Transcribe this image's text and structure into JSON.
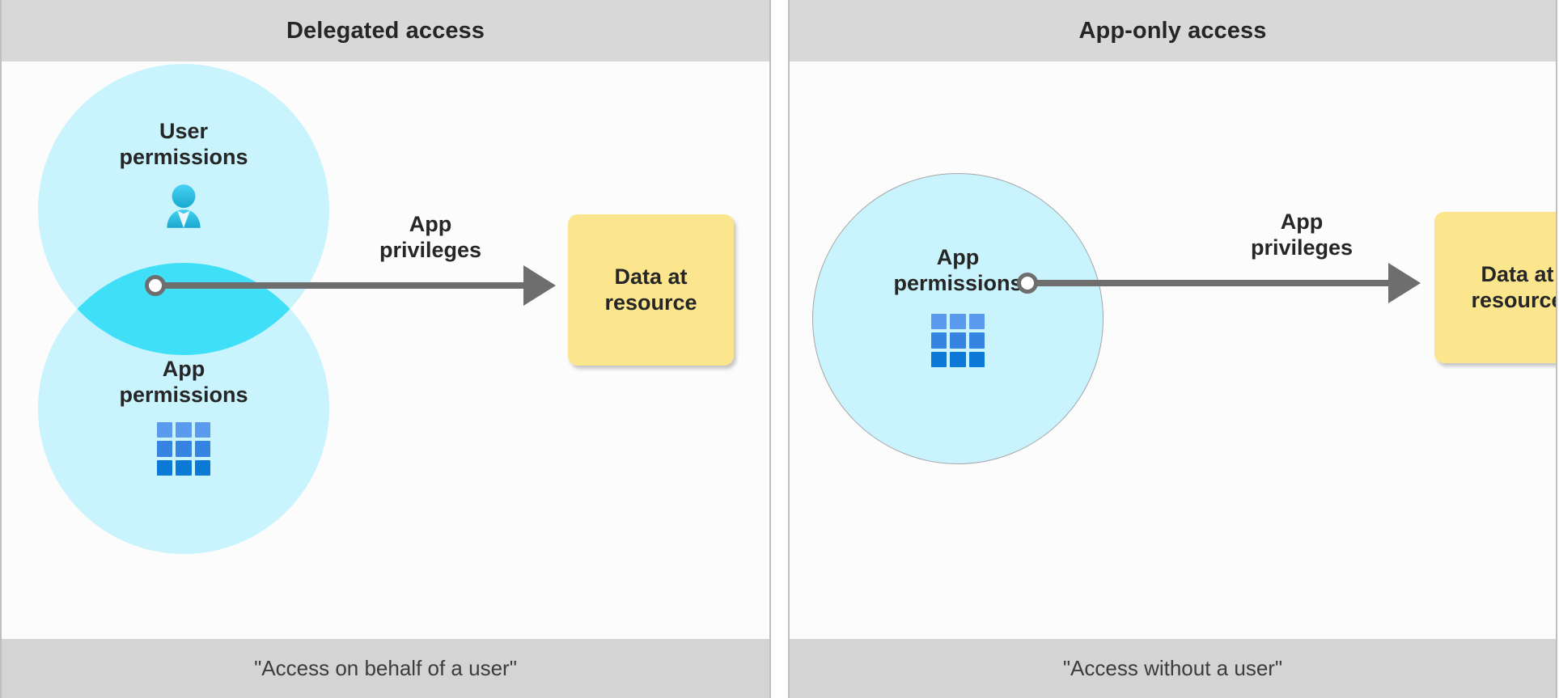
{
  "diagram": {
    "title_left": "Delegated access",
    "title_right": "App-only access",
    "caption_left": "\"Access on behalf of a user\"",
    "caption_right": "\"Access without a user\"",
    "colors": {
      "header_bg": "#d8d8d8",
      "footer_bg": "#d4d4d4",
      "panel_bg": "#fcfcfc",
      "circle_fill": "#c9f3fd",
      "overlap_fill": "#3fe0f7",
      "arrow": "#6e6e6e",
      "resource_fill": "#fbe68d",
      "grid_top": "#5b9bee",
      "grid_mid": "#3684e2",
      "grid_bottom": "#0d79d6",
      "person_icon": "#29c0e8",
      "text": "#262626"
    }
  },
  "left_panel": {
    "circle_user": {
      "label": "User\npermissions",
      "icon": "person-icon"
    },
    "circle_app": {
      "label": "App\npermissions",
      "icon": "grid-icon"
    },
    "arrow_label": "App\nprivileges",
    "resource_label": "Data at\nresource"
  },
  "right_panel": {
    "circle_app": {
      "label": "App\npermissions",
      "icon": "grid-icon"
    },
    "arrow_label": "App\nprivileges",
    "resource_label": "Data at\nresource"
  }
}
